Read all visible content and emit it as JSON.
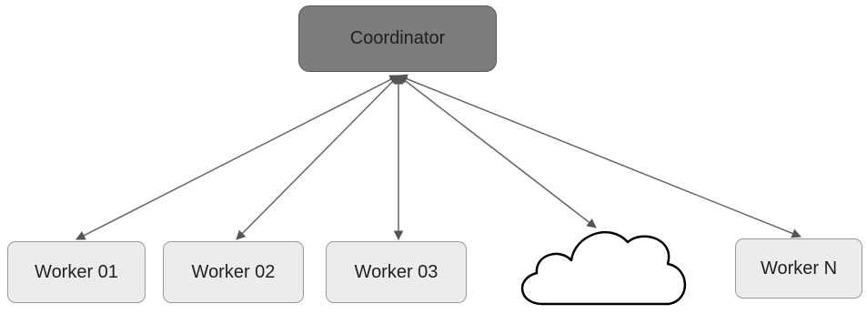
{
  "diagram": {
    "coordinator": {
      "label": "Coordinator"
    },
    "workers": [
      {
        "label": "Worker 01"
      },
      {
        "label": "Worker 02"
      },
      {
        "label": "Worker 03"
      },
      {
        "label": "Worker N"
      }
    ],
    "cloud": {
      "icon": "cloud-icon"
    },
    "colors": {
      "coordinator_fill": "#7d7d7d",
      "worker_fill": "#ececec",
      "edge": "#555555"
    }
  }
}
